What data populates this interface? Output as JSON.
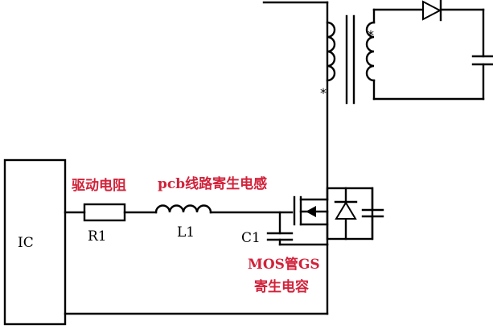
{
  "labels": {
    "ic": "IC",
    "r1": "R1",
    "l1": "L1",
    "c1": "C1",
    "drive_resistor": "驱动电阻",
    "pcb_inductance": "pcb线路寄生电感",
    "mos_gs_line1": "MOS管GS",
    "mos_gs_line2": "寄生电容",
    "dot_primary": "*",
    "dot_secondary": "*"
  },
  "colors": {
    "wire": "#000000",
    "annotation": "#d1223a"
  }
}
